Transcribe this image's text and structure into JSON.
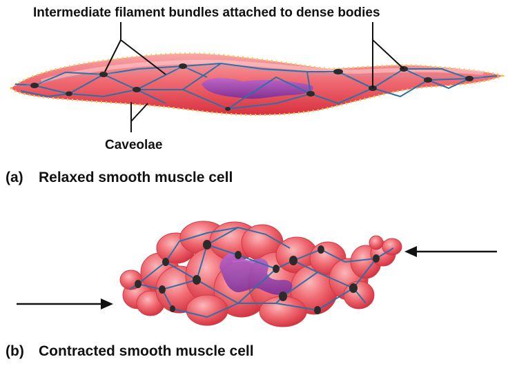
{
  "labels": {
    "intermediate_filaments": "Intermediate filament bundles attached to dense bodies",
    "caveolae": "Caveolae"
  },
  "captions": {
    "a_tag": "(a)",
    "a_text": "Relaxed smooth muscle cell",
    "b_tag": "(b)",
    "b_text": "Contracted smooth muscle cell"
  },
  "colors": {
    "cytoplasm": "#e8525c",
    "cytoplasm_light": "#f6a0a4",
    "filament": "#2f6fa8",
    "dense_body": "#2b2b2b",
    "nucleus": "#8a3aa6",
    "caveolae": "#f4c542"
  }
}
